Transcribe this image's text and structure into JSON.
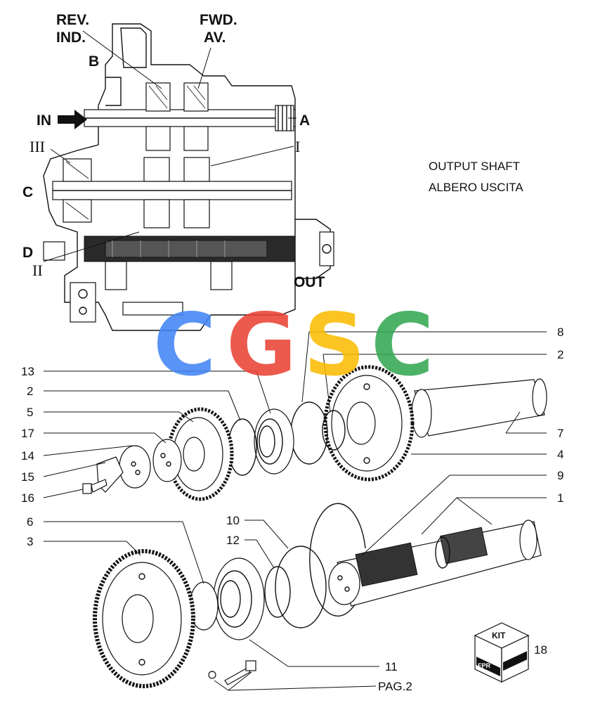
{
  "section_labels": {
    "rev_ind": [
      "REV.",
      "IND."
    ],
    "fwd_av": [
      "FWD.",
      "AV."
    ],
    "b": "B",
    "in": "IN",
    "a": "A",
    "c": "C",
    "d": "D",
    "out": "OUT",
    "roman_iii": "III",
    "roman_i": "I",
    "roman_ii": "II"
  },
  "title": [
    "OUTPUT SHAFT",
    "ALBERO USCITA"
  ],
  "watermark": {
    "letters": [
      "C",
      "G",
      "S",
      "C"
    ],
    "colors": [
      "#4285f4",
      "#ea4335",
      "#fbbc05",
      "#34a853"
    ]
  },
  "callouts": {
    "n1": "1",
    "n2a": "2",
    "n2b": "2",
    "n3": "3",
    "n4": "4",
    "n5": "5",
    "n6": "6",
    "n7": "7",
    "n8": "8",
    "n9": "9",
    "n10": "10",
    "n11": "11",
    "n12": "12",
    "n13": "13",
    "n14": "14",
    "n15": "15",
    "n16": "16",
    "n17": "17",
    "n18": "18"
  },
  "page_ref": "PAG.2",
  "kit": {
    "label": "KIT",
    "brand": "FPR"
  }
}
